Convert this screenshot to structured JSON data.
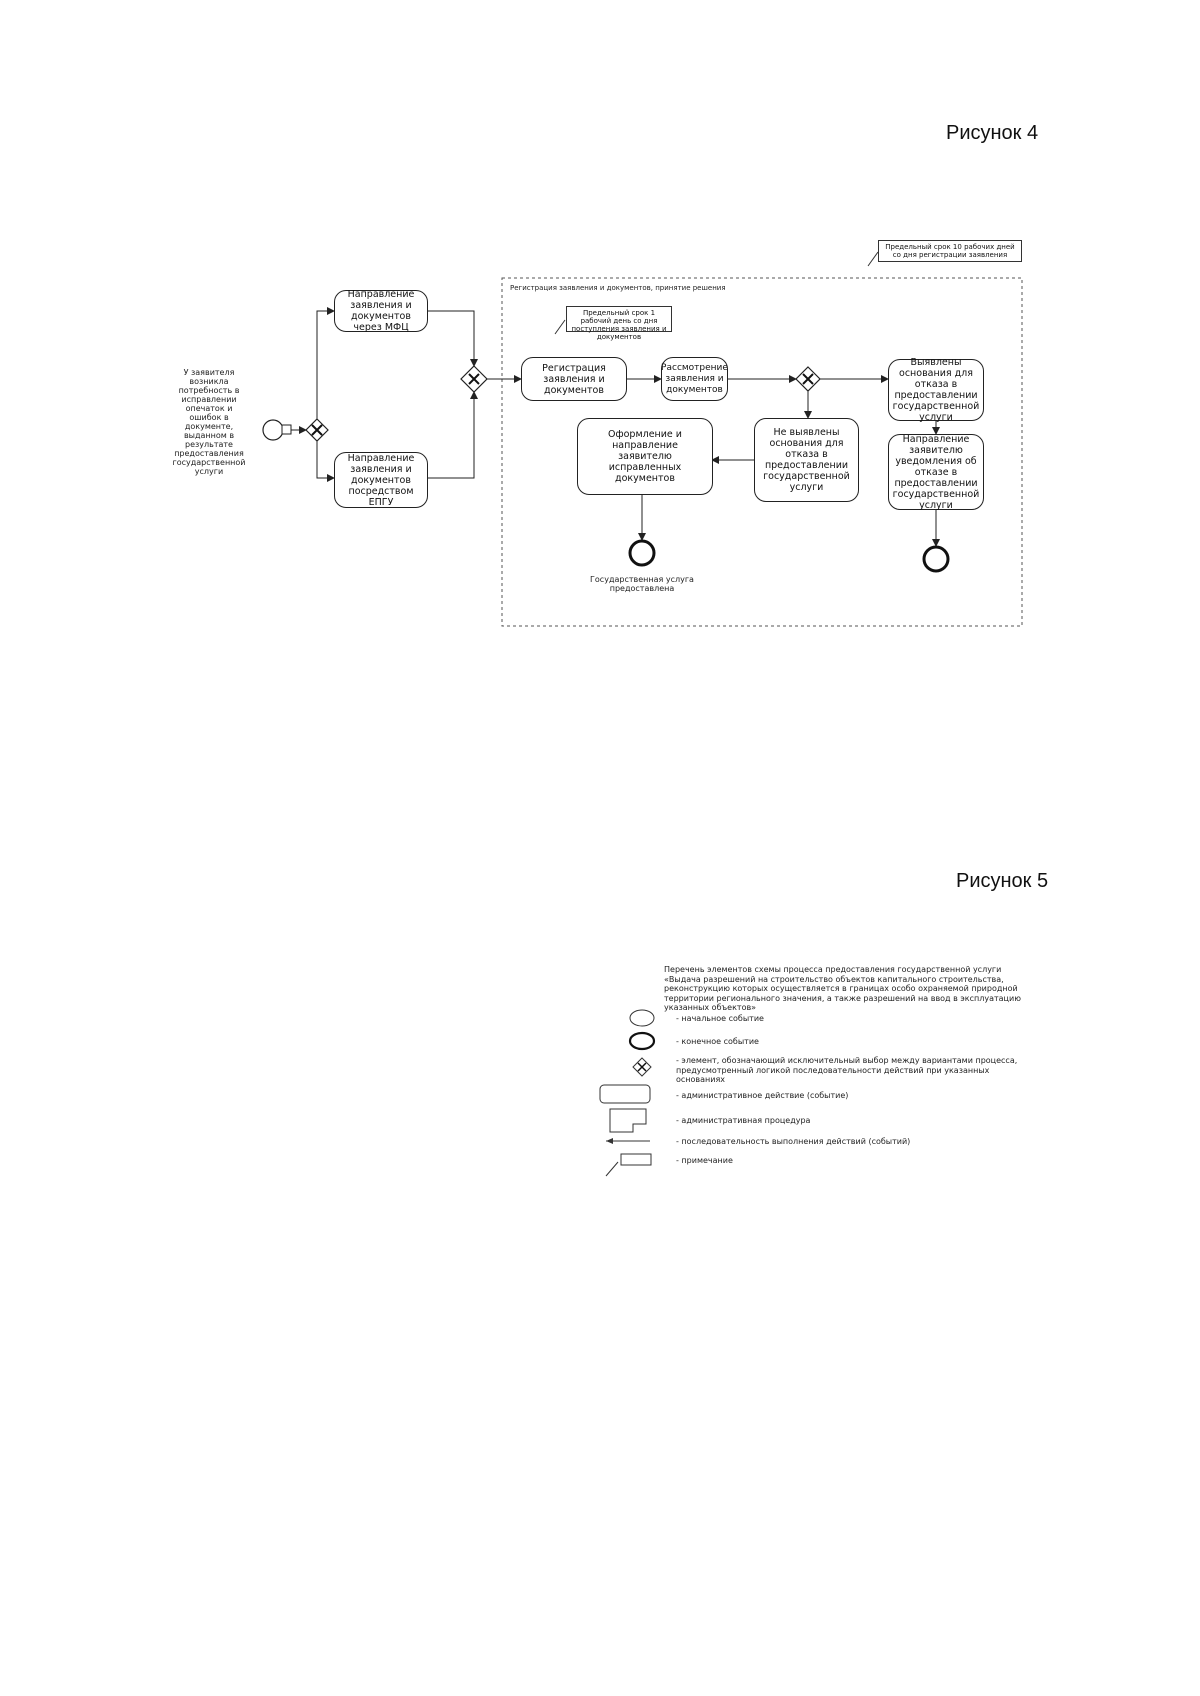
{
  "figure4": {
    "label": "Рисунок 4",
    "start_event_text": "У заявителя возникла потребность в исправлении опечаток и ошибок в документе, выданном в результате предоставления государственной услуги",
    "task_mfc": "Направление заявления и документов через МФЦ",
    "task_epgu": "Направление заявления и документов посредством ЕПГУ",
    "pool_label": "Регистрация заявления и документов, принятие решения",
    "note_top": "Предельный срок 10 рабочих дней со дня регистрации заявления",
    "note_inner": "Предельный срок 1 рабочий день со дня поступления заявления и документов",
    "task_register": "Регистрация заявления и документов",
    "task_review": "Рассмотрение заявления и документов",
    "task_refusal_found": "Выявлены основания для отказа в предоставлении государственной услуги",
    "task_no_refusal": "Не выявлены основания для отказа в предоставлении государственной услуги",
    "task_issue_docs": "Оформление и направление заявителю исправленных документов",
    "task_send_refusal": "Направление заявителю уведомления об отказе в предоставлении государственной услуги",
    "end_event_text": "Государственная услуга предоставлена"
  },
  "figure5": {
    "label": "Рисунок 5",
    "legend_title": "Перечень элементов схемы процесса предоставления государственной услуги «Выдача разрешений на строительство объектов капитального строительства, реконструкцию которых осуществляется в границах особо охраняемой природной территории регионального значения, а также разрешений на ввод в эксплуатацию указанных объектов»",
    "items": [
      {
        "icon": "start-event-icon",
        "text": "- начальное событие"
      },
      {
        "icon": "end-event-icon",
        "text": "- конечное событие"
      },
      {
        "icon": "gateway-icon",
        "text": "- элемент, обозначающий исключительный выбор между вариантами процесса, предусмотренный логикой последовательности действий при указанных основаниях"
      },
      {
        "icon": "task-icon",
        "text": "- административное действие (событие)"
      },
      {
        "icon": "procedure-icon",
        "text": "- административная процедура"
      },
      {
        "icon": "flow-arrow-icon",
        "text": "- последовательность выполнения действий (событий)"
      },
      {
        "icon": "annotation-icon",
        "text": "- примечание"
      }
    ]
  }
}
